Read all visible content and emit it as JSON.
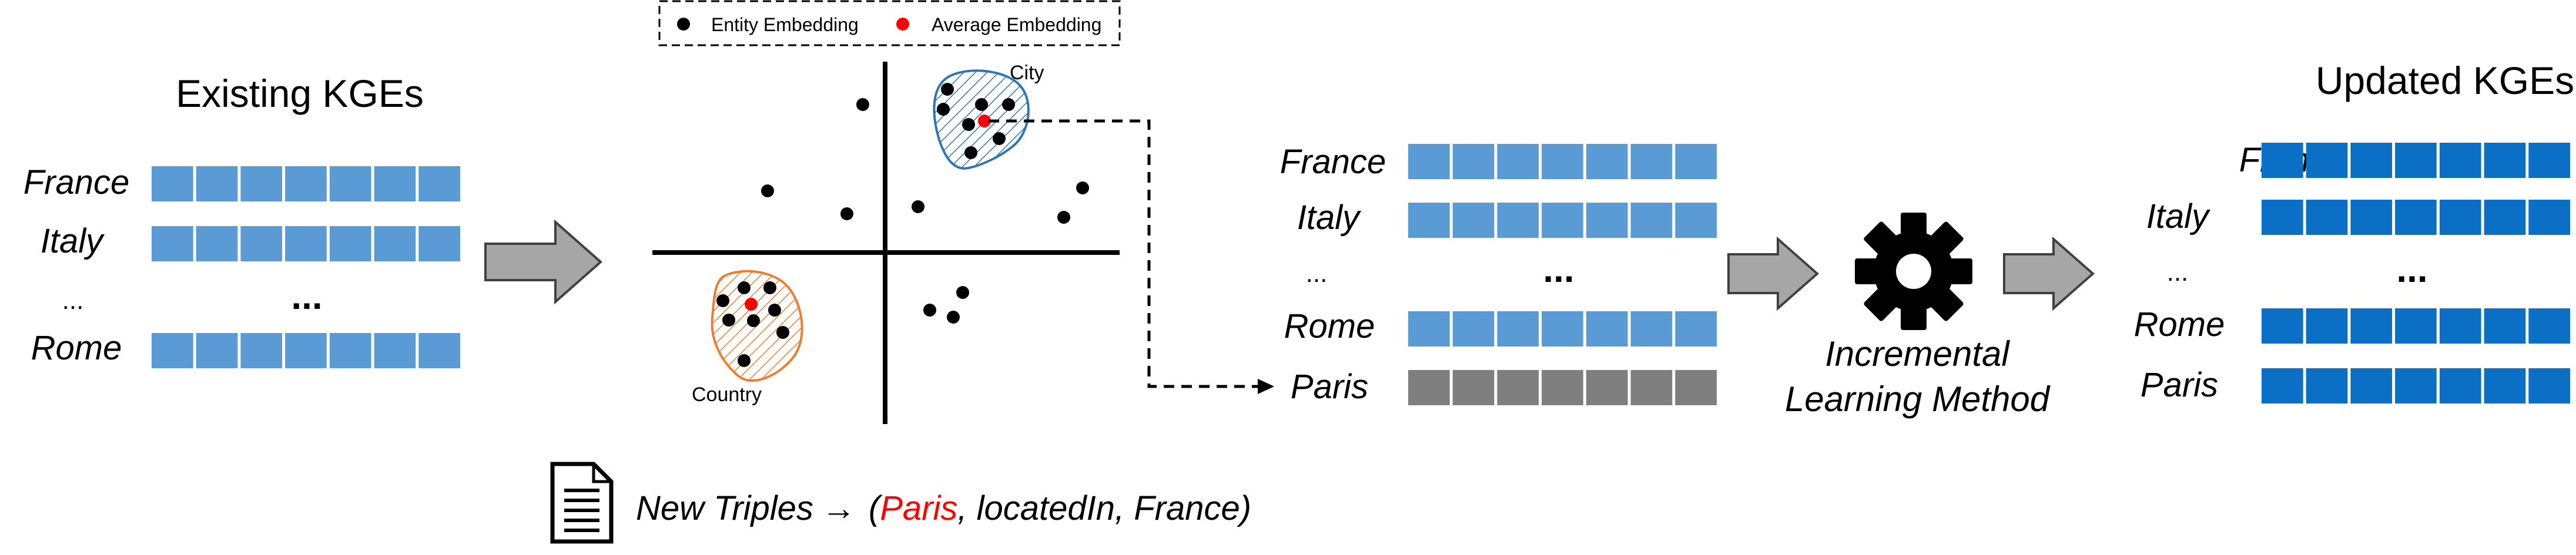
{
  "existing": {
    "title": "Existing KGEs",
    "rows": [
      {
        "label": "France",
        "bar": "blue-light"
      },
      {
        "label": "Italy",
        "bar": "blue-light"
      },
      {
        "label": "...",
        "bar": "ellipsis"
      },
      {
        "label": "Rome",
        "bar": "blue-light"
      }
    ]
  },
  "scatter": {
    "legend": {
      "entity": "Entity Embedding",
      "average": "Average Embedding"
    },
    "clusters": {
      "city": "City",
      "country": "Country"
    }
  },
  "middle": {
    "rows": [
      {
        "label": "France",
        "bar": "blue-light"
      },
      {
        "label": "Italy",
        "bar": "blue-light"
      },
      {
        "label": "...",
        "bar": "ellipsis"
      },
      {
        "label": "Rome",
        "bar": "blue-light"
      },
      {
        "label": "Paris",
        "bar": "gray"
      }
    ]
  },
  "method": {
    "line1": "Incremental",
    "line2": "Learning Method",
    "icon": "gear-icon"
  },
  "updated": {
    "title": "Updated KGEs",
    "rows": [
      {
        "label": "France",
        "bar": "blue-dark"
      },
      {
        "label": "Italy",
        "bar": "blue-dark"
      },
      {
        "label": "...",
        "bar": "ellipsis"
      },
      {
        "label": "Rome",
        "bar": "blue-dark"
      },
      {
        "label": "Paris",
        "bar": "blue-dark"
      }
    ]
  },
  "triples": {
    "prefix": "New Triples",
    "arrow": "→",
    "open": "(",
    "entity": "Paris",
    "rest": ", locatedIn, France)",
    "icon": "document-icon"
  },
  "colors": {
    "blue_light": "#5b9bd5",
    "blue_dark": "#0b6fc6",
    "gray_bar": "#7f7f7f",
    "arrow_fill": "#a6a6a6",
    "red": "#ff0000",
    "city_stroke": "#2e75b6",
    "country_stroke": "#ed7d31"
  }
}
